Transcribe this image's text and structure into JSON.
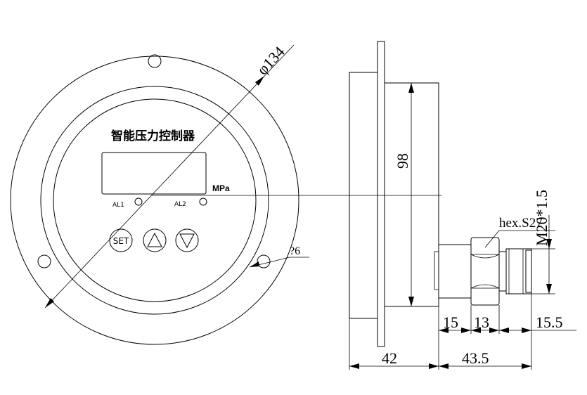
{
  "front_view": {
    "title": "智能压力控制器",
    "unit": "MPa",
    "alarm1_label": "AL1",
    "alarm2_label": "AL2",
    "set_button_label": "SET"
  },
  "dimensions": {
    "outer_diameter": "φ134",
    "mount_hole": "?6",
    "body_height": "98",
    "thread": "M20*1.5",
    "hex": "hex.S27",
    "case_depth": "42",
    "stem_length": "43.5",
    "seg_15": "15",
    "seg_13": "13",
    "seg_15_5": "15.5"
  }
}
